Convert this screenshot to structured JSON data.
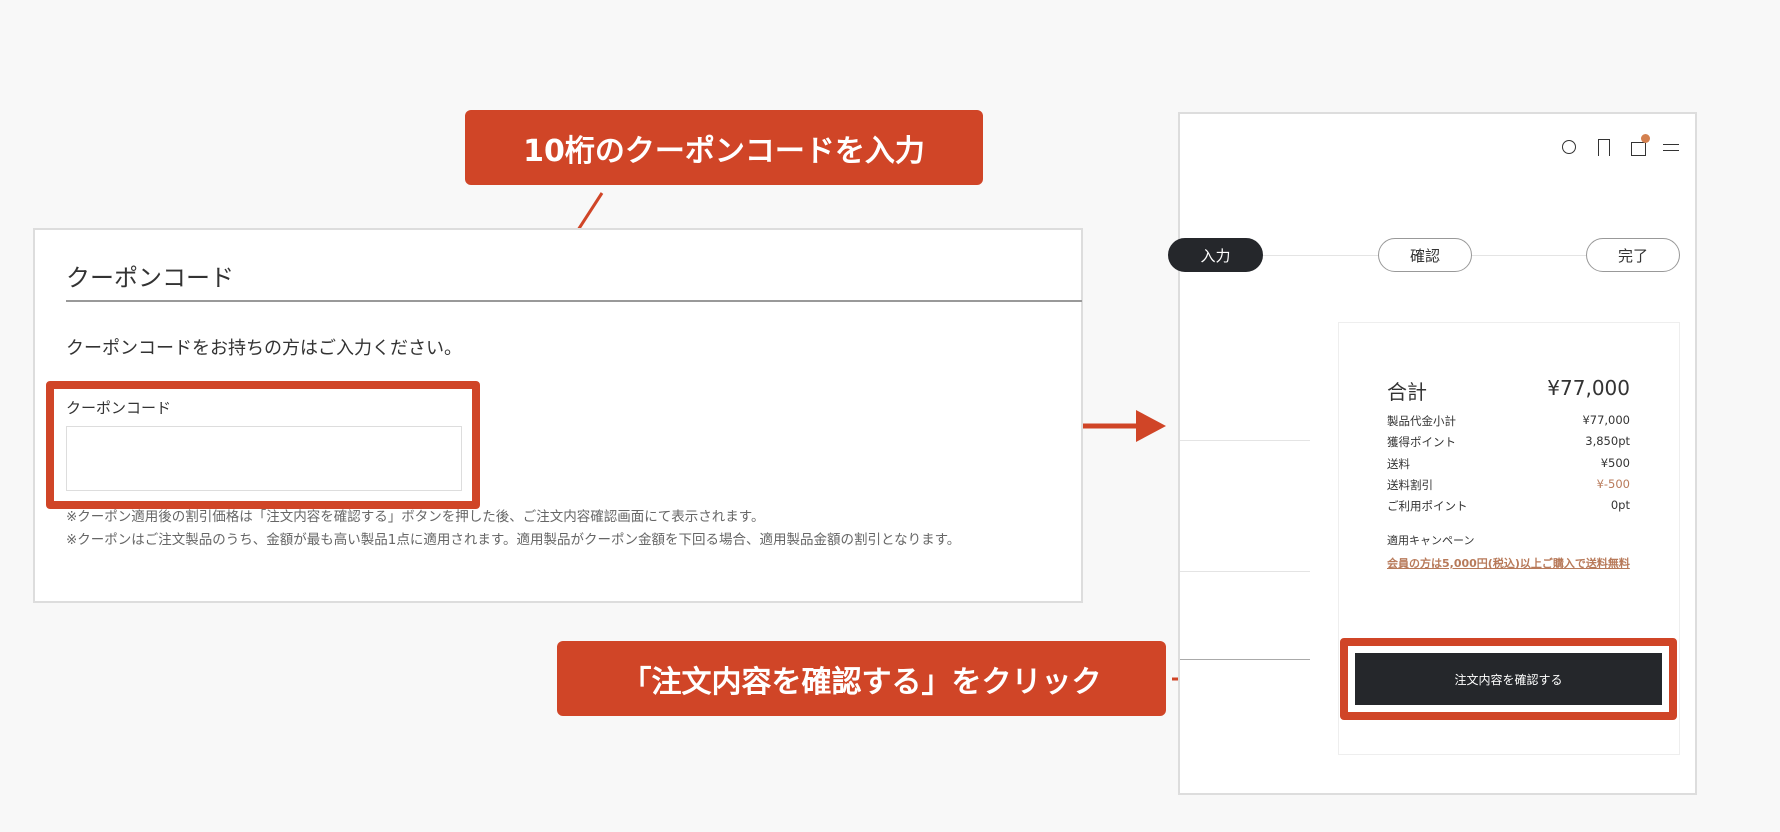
{
  "callouts": {
    "top": "10桁のクーポンコードを入力",
    "bottom": "「注文内容を確認する」をクリック"
  },
  "coupon_card": {
    "title": "クーポンコード",
    "description": "クーポンコードをお持ちの方はご入力ください。",
    "field_label": "クーポンコード",
    "field_value": "",
    "notes": [
      "※クーポン適用後の割引価格は「注文内容を確認する」ボタンを押した後、ご注文内容確認画面にて表示されます。",
      "※クーポンはご注文製品のうち、金額が最も高い製品1点に適用されます。適用製品がクーポン金額を下回る場合、適用製品金額の割引となります。"
    ]
  },
  "header_icons": [
    "search-icon",
    "bookmark-icon",
    "cart-icon",
    "menu-icon"
  ],
  "steps": [
    {
      "label": "入力",
      "active": true
    },
    {
      "label": "確認",
      "active": false
    },
    {
      "label": "完了",
      "active": false
    }
  ],
  "summary": {
    "total_label": "合計",
    "total_value": "¥77,000",
    "rows": [
      {
        "label": "製品代金小計",
        "value": "¥77,000"
      },
      {
        "label": "獲得ポイント",
        "value": "3,850pt"
      },
      {
        "label": "送料",
        "value": "¥500"
      },
      {
        "label": "送料割引",
        "value": "¥-500"
      },
      {
        "label": "ご利用ポイント",
        "value": "0pt"
      }
    ],
    "campaign_label": "適用キャンペーン",
    "campaign_link": "会員の方は5,000円(税込)以上ご購入で送料無料",
    "confirm_button": "注文内容を確認する"
  },
  "colors": {
    "accent": "#d04527",
    "discount": "#b87a5a",
    "button": "#25272b"
  }
}
